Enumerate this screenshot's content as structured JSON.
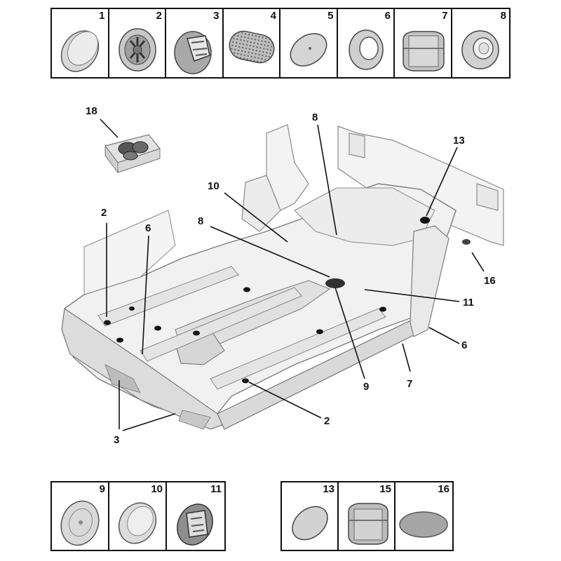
{
  "parts_top": [
    "1",
    "2",
    "3",
    "4",
    "5",
    "6",
    "7",
    "8"
  ],
  "parts_bottom_left": [
    "9",
    "10",
    "11"
  ],
  "parts_bottom_right": [
    "13",
    "15",
    "16"
  ],
  "callouts": [
    "18",
    "8",
    "13",
    "10",
    "2",
    "6",
    "8",
    "16",
    "11",
    "6",
    "9",
    "7",
    "2",
    "3"
  ]
}
